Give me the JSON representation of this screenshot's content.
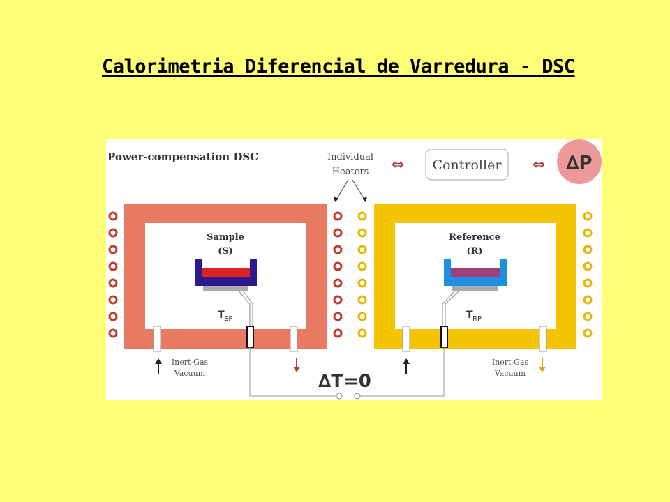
{
  "title": "Calorimetria Diferencial de Varredura - DSC",
  "diagram": {
    "panel_label": "Power-compensation DSC",
    "heaters_line1": "Individual",
    "heaters_line2": "Heaters",
    "controller": "Controller",
    "delta_p": "∆P",
    "double_arrow": "⇔",
    "sample_line1": "Sample",
    "sample_line2": "(S)",
    "reference_line1": "Reference",
    "reference_line2": "(R)",
    "t_sample": "T",
    "t_sample_sub": "SP",
    "t_reference": "T",
    "t_reference_sub": "RP",
    "gas_line1": "Inert-Gas",
    "gas_line2": "Vacuum",
    "delta_t": "∆T=0",
    "colors": {
      "sample_furnace": "#e87a62",
      "reference_furnace": "#f5c400",
      "sample_coil": "#c0392b",
      "reference_coil": "#e8b400",
      "delta_p_circle": "#ee9999",
      "sample_pan": "#2a1a8c",
      "sample_substance": "#dd2222",
      "reference_pan": "#1e90e0",
      "reference_substance": "#a0407a"
    }
  }
}
